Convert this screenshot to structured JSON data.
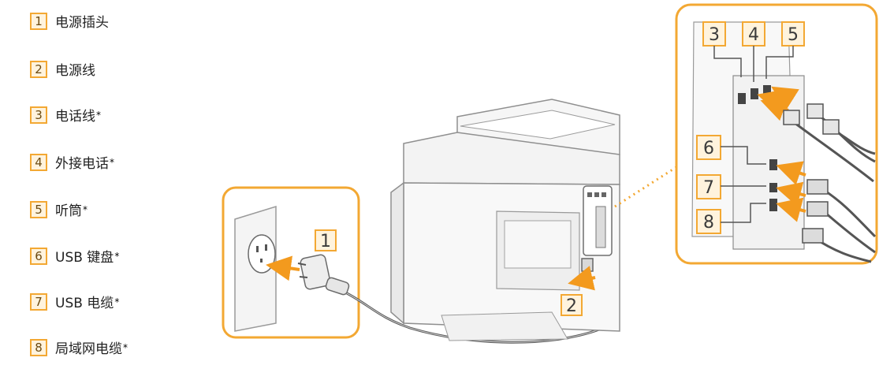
{
  "legend": [
    {
      "num": "1",
      "label": "电源插头",
      "star": ""
    },
    {
      "num": "2",
      "label": "电源线",
      "star": ""
    },
    {
      "num": "3",
      "label": "电话线",
      "star": "*"
    },
    {
      "num": "4",
      "label": "外接电话",
      "star": "*"
    },
    {
      "num": "5",
      "label": "听筒",
      "star": "*"
    },
    {
      "num": "6",
      "label": "USB 键盘",
      "star": "*"
    },
    {
      "num": "7",
      "label": "USB 电缆",
      "star": "*"
    },
    {
      "num": "8",
      "label": "局域网电缆",
      "star": "*"
    }
  ],
  "callouts": {
    "c1": "1",
    "c2": "2",
    "c3": "3",
    "c4": "4",
    "c5": "5",
    "c6": "6",
    "c7": "7",
    "c8": "8"
  },
  "colors": {
    "accent": "#f3a833",
    "arrow": "#f39a1e",
    "line": "#555555"
  }
}
